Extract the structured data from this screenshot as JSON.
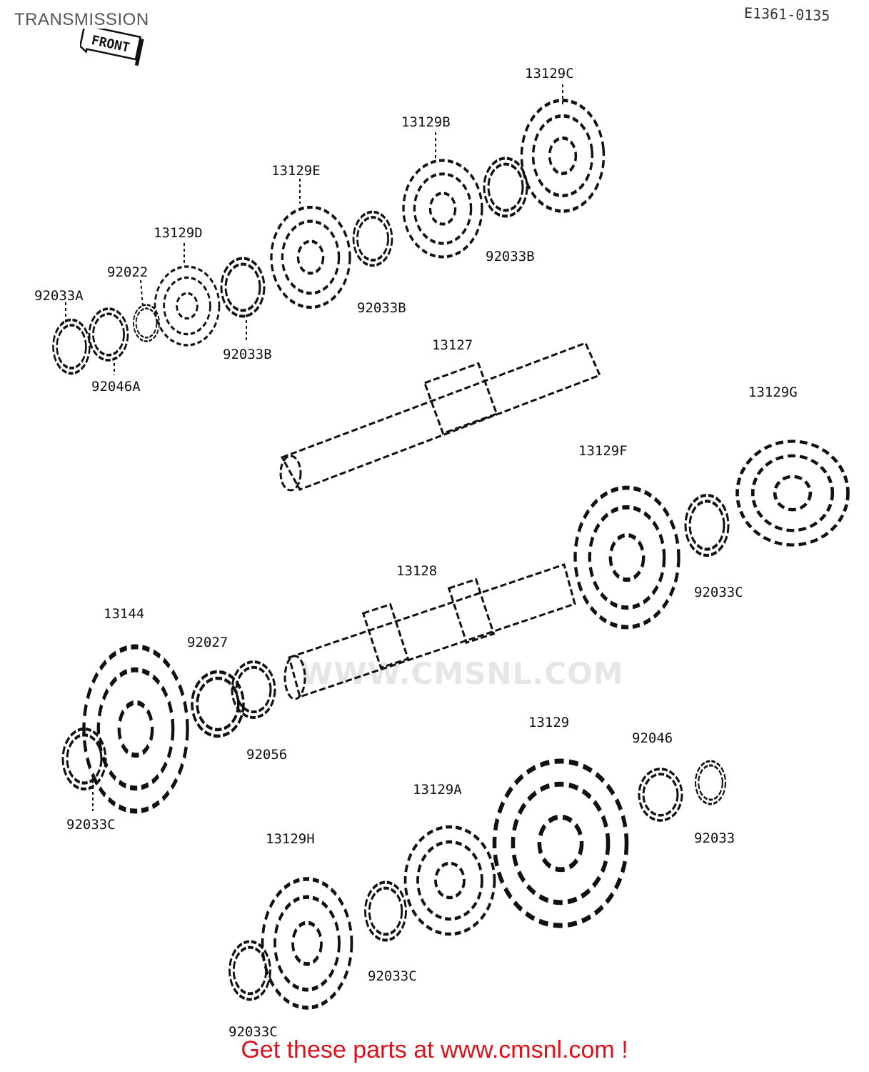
{
  "title": "TRANSMISSION",
  "diagram_code": "E1361-0135",
  "front_badge": "FRONT",
  "footer": "Get these parts at www.cmsnl.com !",
  "watermark": "WWW.CMSNL.COM",
  "colors": {
    "footer": "#e0101a",
    "ink": "#111111",
    "watermark": "#e6e6e6"
  },
  "labels": {
    "l13129C": "13129C",
    "l13129B": "13129B",
    "l13129E": "13129E",
    "l13129D": "13129D",
    "l92022": "92022",
    "l92033A": "92033A",
    "l92046A": "92046A",
    "l92033B_a": "92033B",
    "l92033B_b": "92033B",
    "l92033B_c": "92033B",
    "l13127": "13127",
    "l13129G": "13129G",
    "l13129F": "13129F",
    "l13128": "13128",
    "l92033C_a": "92033C",
    "l13144": "13144",
    "l92027": "92027",
    "l92056": "92056",
    "l92033C_b": "92033C",
    "l13129": "13129",
    "l92046": "92046",
    "l13129A": "13129A",
    "l92033": "92033",
    "l13129H": "13129H",
    "l92033C_c": "92033C",
    "l92033C_d": "92033C"
  }
}
